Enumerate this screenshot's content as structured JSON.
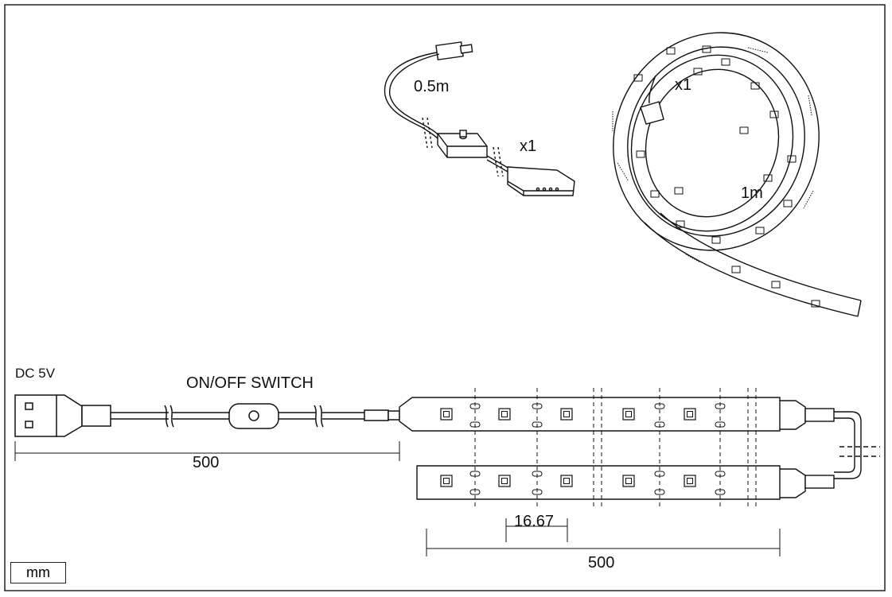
{
  "labels": {
    "cable_length": "0.5m",
    "controller_qty": "x1",
    "strip_qty": "x1",
    "strip_length": "1m",
    "dc": "DC 5V",
    "switch": "ON/OFF SWITCH",
    "cable_dim": "500",
    "led_pitch": "16.67",
    "strip_dim": "500",
    "unit": "mm"
  }
}
